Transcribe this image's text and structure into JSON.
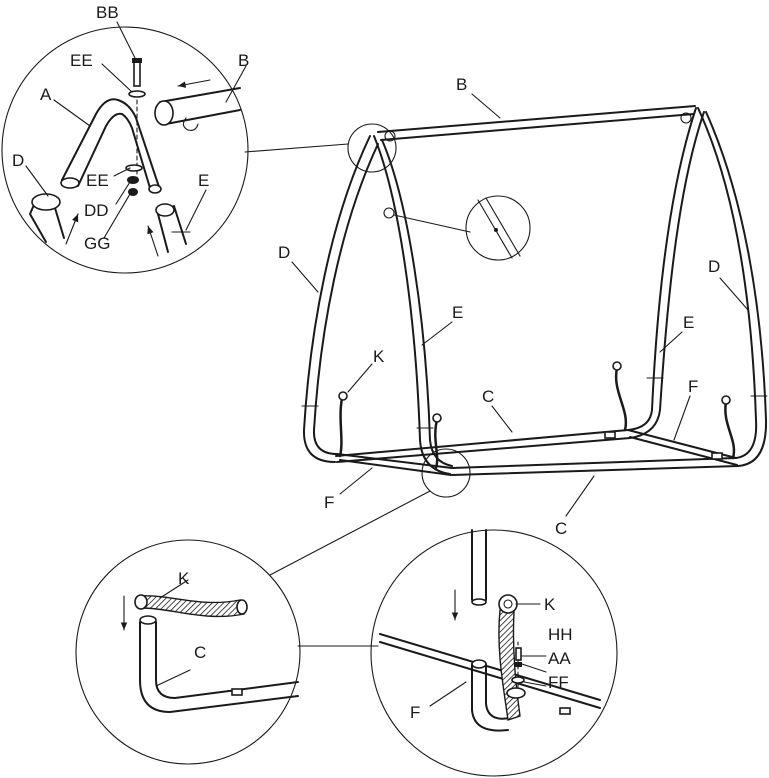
{
  "colors": {
    "line": "#1a1a1a",
    "background": "#ffffff"
  },
  "labels": {
    "bb": "BB",
    "ee": "EE",
    "b": "B",
    "a": "A",
    "d": "D",
    "e": "E",
    "dd": "DD",
    "gg": "GG",
    "k": "K",
    "c": "C",
    "f": "F",
    "hh": "HH",
    "aa": "AA",
    "ff": "FF"
  }
}
